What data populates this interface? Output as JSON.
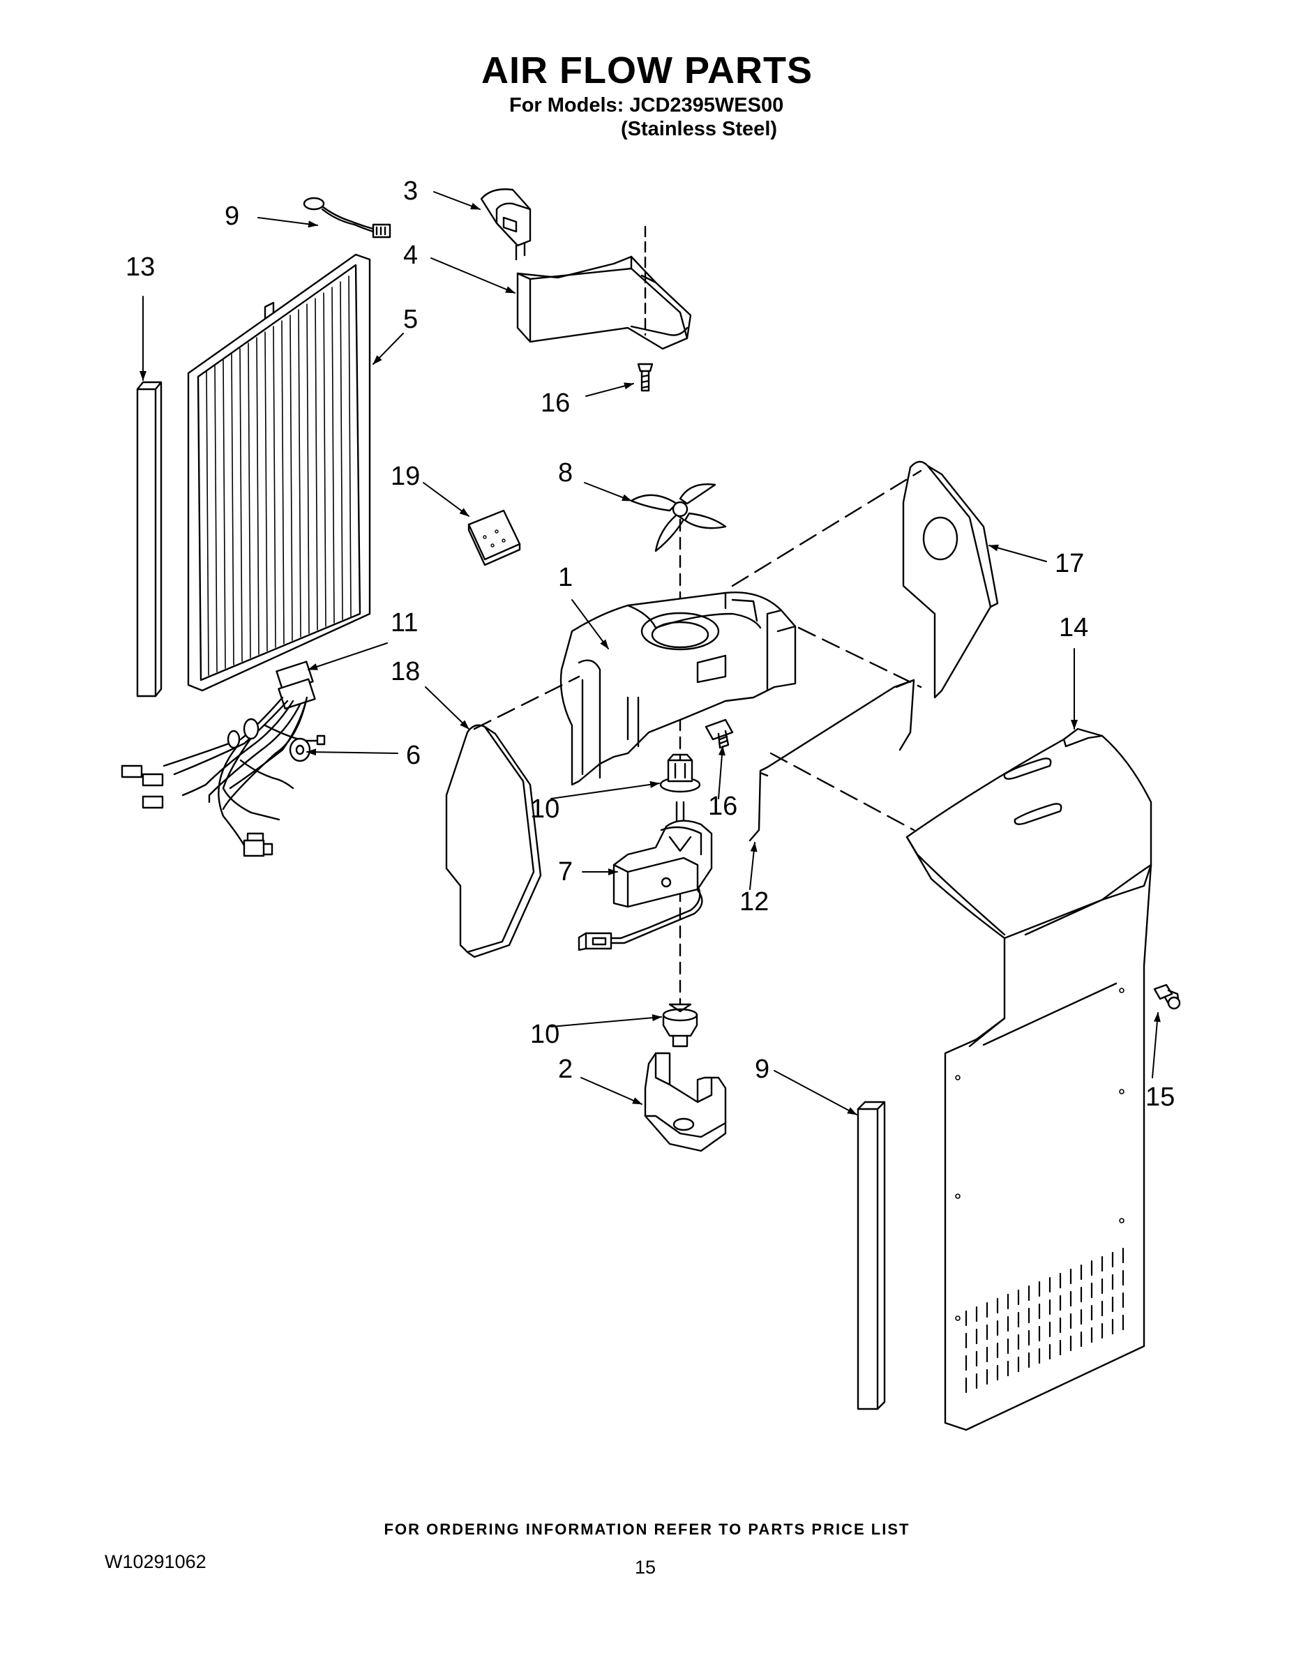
{
  "title": "AIR FLOW PARTS",
  "models_line": "For Models: JCD2395WES00",
  "finish_line": "(Stainless Steel)",
  "footer_note": "FOR ORDERING INFORMATION REFER TO PARTS PRICE LIST",
  "doc_number": "W10291062",
  "page_number": "15",
  "callouts": {
    "c3": "3",
    "c9a": "9",
    "c4": "4",
    "c13": "13",
    "c5": "5",
    "c16a": "16",
    "c19": "19",
    "c8": "8",
    "c17": "17",
    "c1": "1",
    "c11": "11",
    "c14": "14",
    "c18": "18",
    "c6": "6",
    "c10a": "10",
    "c16b": "16",
    "c7": "7",
    "c12": "12",
    "c10b": "10",
    "c15": "15",
    "c2": "2",
    "c9b": "9"
  }
}
